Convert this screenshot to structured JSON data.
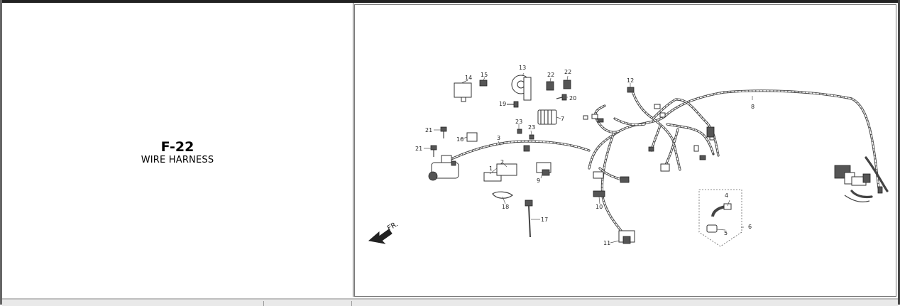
{
  "catalog": {
    "figure_code": "F-22",
    "figure_title": "WIRE HARNESS"
  },
  "diagram": {
    "direction_label": "FR.",
    "callouts": [
      {
        "id": "c1",
        "label": "1"
      },
      {
        "id": "c2",
        "label": "2"
      },
      {
        "id": "c3",
        "label": "3"
      },
      {
        "id": "c4",
        "label": "4"
      },
      {
        "id": "c5",
        "label": "5"
      },
      {
        "id": "c6",
        "label": "6"
      },
      {
        "id": "c7",
        "label": "7"
      },
      {
        "id": "c8",
        "label": "8"
      },
      {
        "id": "c9",
        "label": "9"
      },
      {
        "id": "c10",
        "label": "10"
      },
      {
        "id": "c11",
        "label": "11"
      },
      {
        "id": "c12",
        "label": "12"
      },
      {
        "id": "c13",
        "label": "13"
      },
      {
        "id": "c14",
        "label": "14"
      },
      {
        "id": "c15",
        "label": "15"
      },
      {
        "id": "c16",
        "label": "16"
      },
      {
        "id": "c17",
        "label": "17"
      },
      {
        "id": "c18",
        "label": "18"
      },
      {
        "id": "c19",
        "label": "19"
      },
      {
        "id": "c20",
        "label": "20"
      },
      {
        "id": "c21a",
        "label": "21"
      },
      {
        "id": "c21b",
        "label": "21"
      },
      {
        "id": "c22a",
        "label": "22"
      },
      {
        "id": "c22b",
        "label": "22"
      },
      {
        "id": "c23a",
        "label": "23"
      },
      {
        "id": "c23b",
        "label": "23"
      }
    ]
  }
}
